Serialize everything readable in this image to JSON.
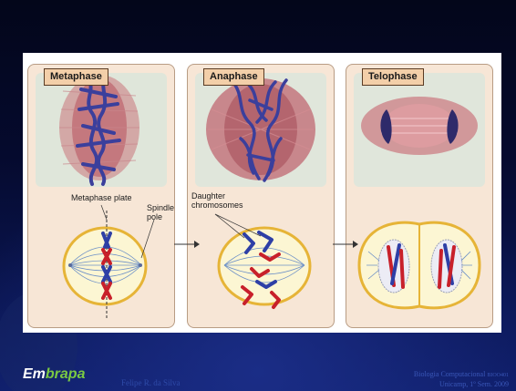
{
  "figure": {
    "panels": [
      {
        "title": "Metaphase"
      },
      {
        "title": "Anaphase"
      },
      {
        "title": "Telophase"
      }
    ],
    "labels": {
      "metaphase_plate": "Metaphase plate",
      "spindle_pole": "Spindle\npole",
      "daughter_chromosomes": "Daughter\nchromosomes"
    }
  },
  "footer": {
    "logo_part1": "Em",
    "logo_part2": "brapa",
    "author": "Felipe R. da Silva",
    "course_line1": "Biologia Computacional",
    "course_code": "BIOO401",
    "course_line2": "Unicamp, 1º Sem. 2009"
  },
  "colors": {
    "chromosome_blue": "#2e3fa6",
    "chromosome_red": "#c8202a",
    "cell_fill": "#fcf6d3",
    "cell_border": "#e6b437"
  }
}
